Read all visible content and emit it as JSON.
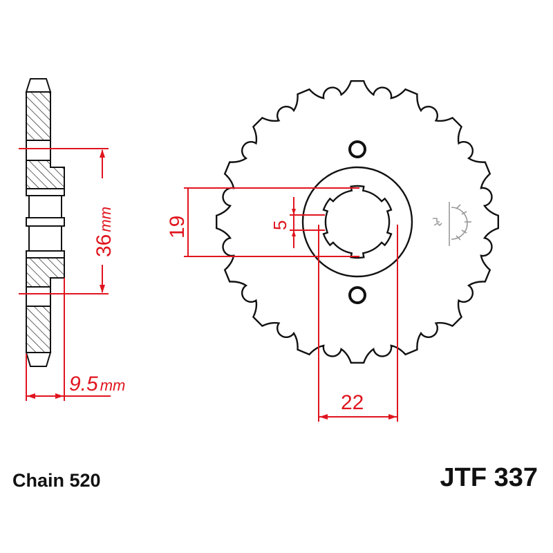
{
  "labels": {
    "chain": "Chain 520",
    "part_number": "JTF 337"
  },
  "dimensions": {
    "thickness_value": "36",
    "thickness_unit": "mm",
    "offset_value": "9.5",
    "offset_unit": "mm",
    "spline_outer": "19",
    "spline_width": "5",
    "bore": "22"
  },
  "sprocket": {
    "teeth": 16
  },
  "colors": {
    "dimension": "#e0141e",
    "outline": "#111111",
    "logo": "#9a9a9a"
  }
}
